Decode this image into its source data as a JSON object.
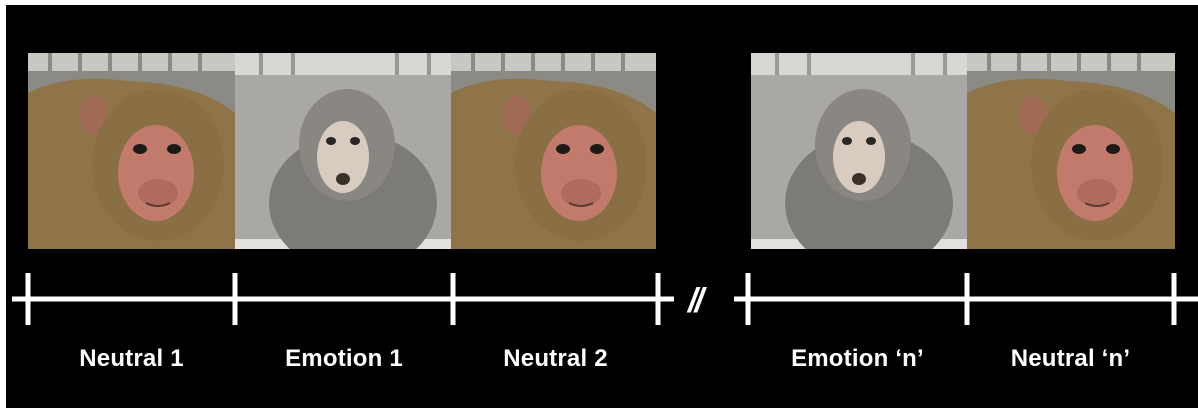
{
  "colors": {
    "background": "#000000",
    "timeline": "#ffffff",
    "label": "#ffffff",
    "neutral_fur": "#8e7448",
    "emotion_fur": "#7d7b76"
  },
  "frames": [
    {
      "kind": "neutral",
      "icon": "monkey-neutral-face"
    },
    {
      "kind": "emotion",
      "icon": "monkey-emotion-face"
    },
    {
      "kind": "neutral",
      "icon": "monkey-neutral-face"
    },
    {
      "kind": "emotion",
      "icon": "monkey-emotion-face"
    },
    {
      "kind": "neutral",
      "icon": "monkey-neutral-face"
    }
  ],
  "segments": [
    {
      "label": "Neutral 1"
    },
    {
      "label": "Emotion 1"
    },
    {
      "label": "Neutral 2"
    },
    {
      "label": "Emotion ‘n’"
    },
    {
      "label": "Neutral ‘n’"
    }
  ],
  "break_marker": "//"
}
